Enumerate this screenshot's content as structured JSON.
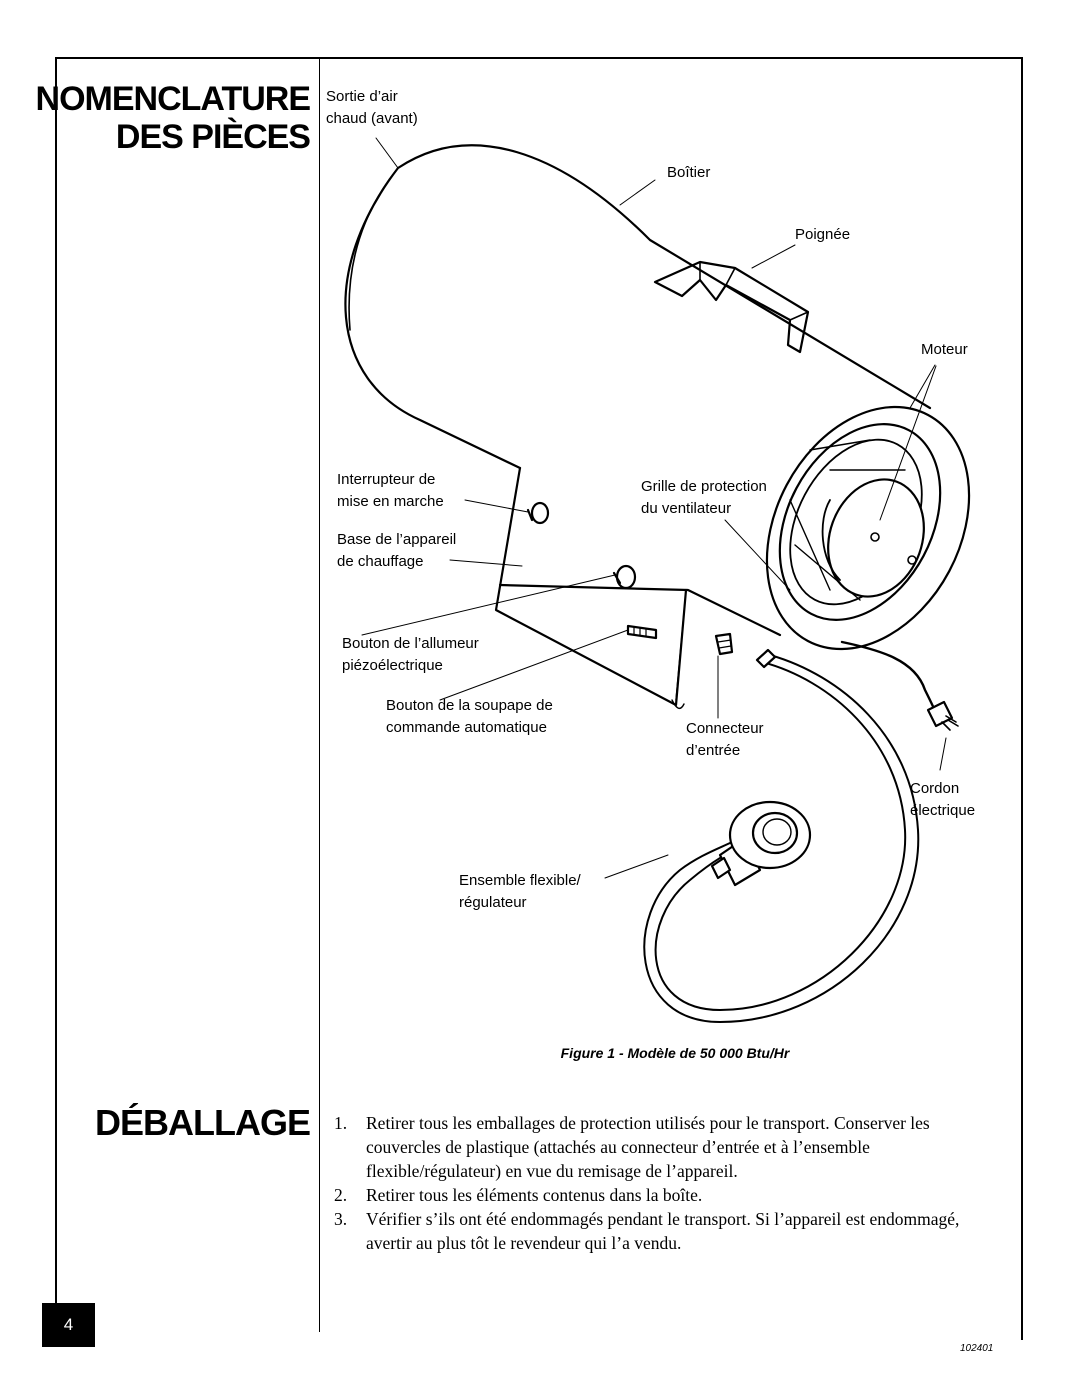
{
  "headings": {
    "nomenclature_line1": "NOMENCLATURE",
    "nomenclature_line2": "DES PIÈCES",
    "unpacking": "DÉBALLAGE"
  },
  "callouts": {
    "hot_air_outlet_l1": "Sortie d’air",
    "hot_air_outlet_l2": "chaud (avant)",
    "housing": "Boîtier",
    "handle": "Poignée",
    "motor": "Moteur",
    "power_switch_l1": "Interrupteur de",
    "power_switch_l2": "mise en marche",
    "base_l1": "Base de l’appareil",
    "base_l2": "de chauffage",
    "fan_guard_l1": "Grille de protection",
    "fan_guard_l2": "du ventilateur",
    "igniter_l1": "Bouton de l’allumeur",
    "igniter_l2": "piézoélectrique",
    "valve_knob_l1": "Bouton de la soupape de",
    "valve_knob_l2": "commande automatique",
    "inlet_l1": "Connecteur",
    "inlet_l2": "d’entrée",
    "cord_l1": "Cordon",
    "cord_l2": "électrique",
    "hose_l1": "Ensemble flexible/",
    "hose_l2": "régulateur"
  },
  "figure_caption": "Figure 1 - Modèle de 50 000 Btu/Hr",
  "steps": [
    {
      "num": "1.",
      "text": "Retirer tous les emballages de protection utilisés pour le transport. Conserver les couvercles de plastique (attachés au connecteur d’entrée et à l’ensemble flexible/régulateur) en vue du remisage de l’appareil."
    },
    {
      "num": "2.",
      "text": "Retirer tous les éléments contenus dans la boîte."
    },
    {
      "num": "3.",
      "text": "Vérifier s’ils ont été endommagés pendant le transport. Si l’appareil est endommagé, avertir au plus tôt le revendeur qui l’a vendu."
    }
  ],
  "page_number": "4",
  "doc_code": "102401"
}
